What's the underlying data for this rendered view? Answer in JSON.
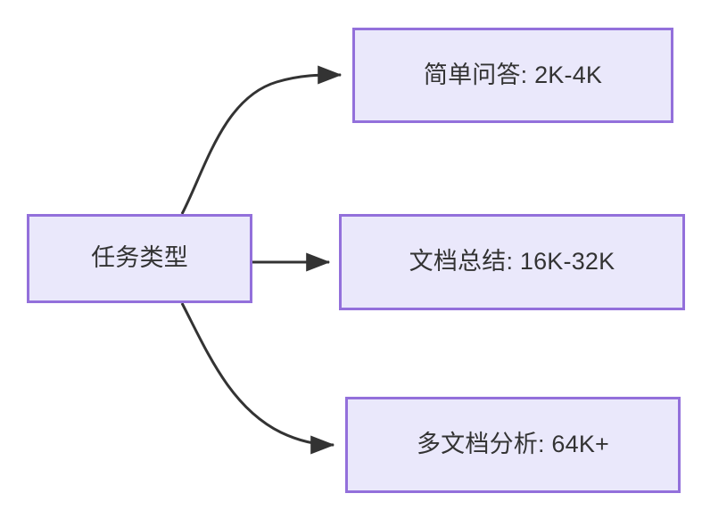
{
  "diagram": {
    "type": "flowchart",
    "direction": "left-to-right",
    "background_color": "#ffffff",
    "node_fill_color": "#eae8fb",
    "node_border_color": "#9370db",
    "node_text_color": "#333333",
    "edge_color": "#333333",
    "nodes": [
      {
        "id": "source",
        "label": "任务类型",
        "role": "root"
      },
      {
        "id": "simple-qa",
        "label": "简单问答: 2K-4K",
        "role": "leaf"
      },
      {
        "id": "doc-summary",
        "label": "文档总结: 16K-32K",
        "role": "leaf"
      },
      {
        "id": "multi-doc",
        "label": "多文档分析: 64K+",
        "role": "leaf"
      }
    ],
    "edges": [
      {
        "from": "source",
        "to": "simple-qa",
        "style": "curved",
        "arrow": "arrowhead-icon",
        "label": ""
      },
      {
        "from": "source",
        "to": "doc-summary",
        "style": "straight",
        "arrow": "arrowhead-icon",
        "label": ""
      },
      {
        "from": "source",
        "to": "multi-doc",
        "style": "curved",
        "arrow": "arrowhead-icon",
        "label": ""
      }
    ]
  }
}
